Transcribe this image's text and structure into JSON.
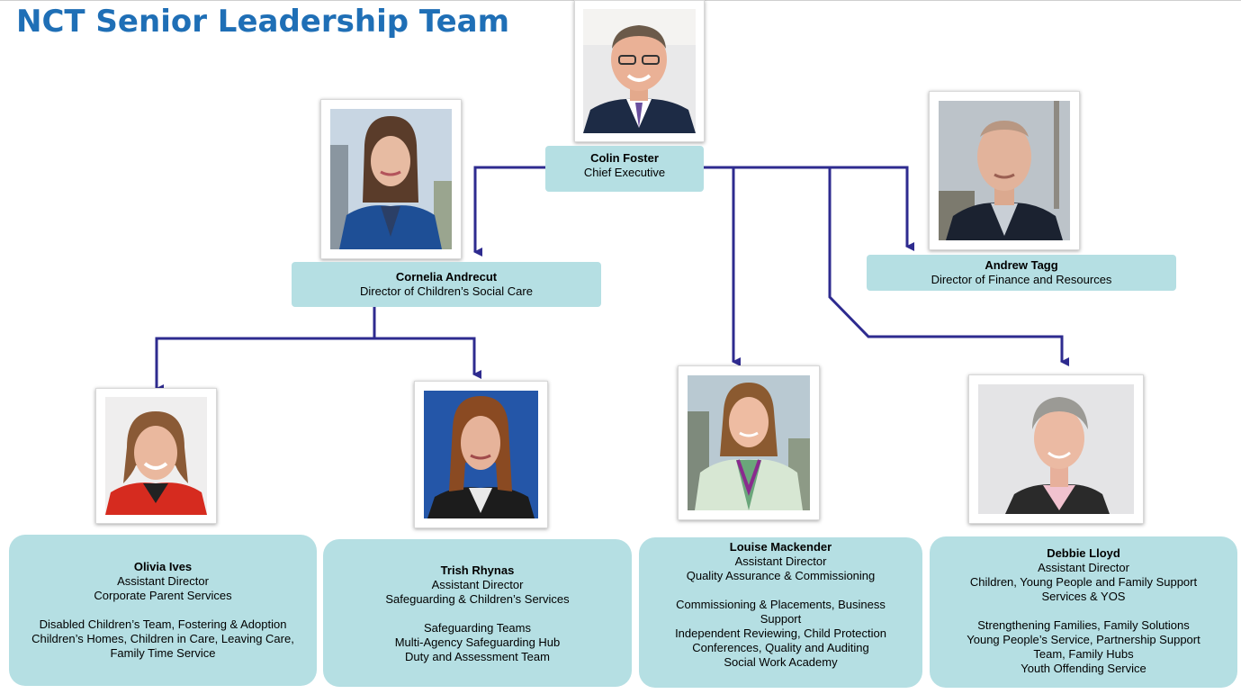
{
  "title": "NCT Senior Leadership Team",
  "colors": {
    "title": "#1f6fb6",
    "box": "#b5dfe3",
    "connector": "#2e2b8f"
  },
  "people": {
    "colin": {
      "name": "Colin Foster",
      "role": "Chief Executive"
    },
    "cornelia": {
      "name": "Cornelia Andrecut",
      "role": "Director of Children’s Social Care"
    },
    "andrew": {
      "name": "Andrew Tagg",
      "role": "Director of Finance and Resources"
    },
    "olivia": {
      "name": "Olivia Ives",
      "role": "Assistant Director",
      "area": "Corporate Parent Services",
      "details": [
        "Disabled Children’s Team, Fostering & Adoption",
        "Children’s Homes, Children in Care, Leaving Care,",
        "Family Time Service"
      ]
    },
    "trish": {
      "name": "Trish Rhynas",
      "role": "Assistant Director",
      "area": "Safeguarding & Children’s Services",
      "details": [
        "Safeguarding Teams",
        "Multi-Agency Safeguarding Hub",
        "Duty and Assessment Team"
      ]
    },
    "louise": {
      "name": "Louise Mackender",
      "role": "Assistant Director",
      "area": "Quality Assurance & Commissioning",
      "details": [
        "Commissioning & Placements, Business",
        "Support",
        "Independent Reviewing, Child Protection",
        "Conferences, Quality and Auditing",
        "Social Work Academy"
      ]
    },
    "debbie": {
      "name": "Debbie Lloyd",
      "role": "Assistant Director",
      "area": [
        "Children, Young People and Family Support",
        "Services  & YOS"
      ],
      "details": [
        "Strengthening Families, Family Solutions",
        "Young People’s Service, Partnership Support",
        "Team, Family Hubs",
        "Youth Offending Service"
      ]
    }
  }
}
